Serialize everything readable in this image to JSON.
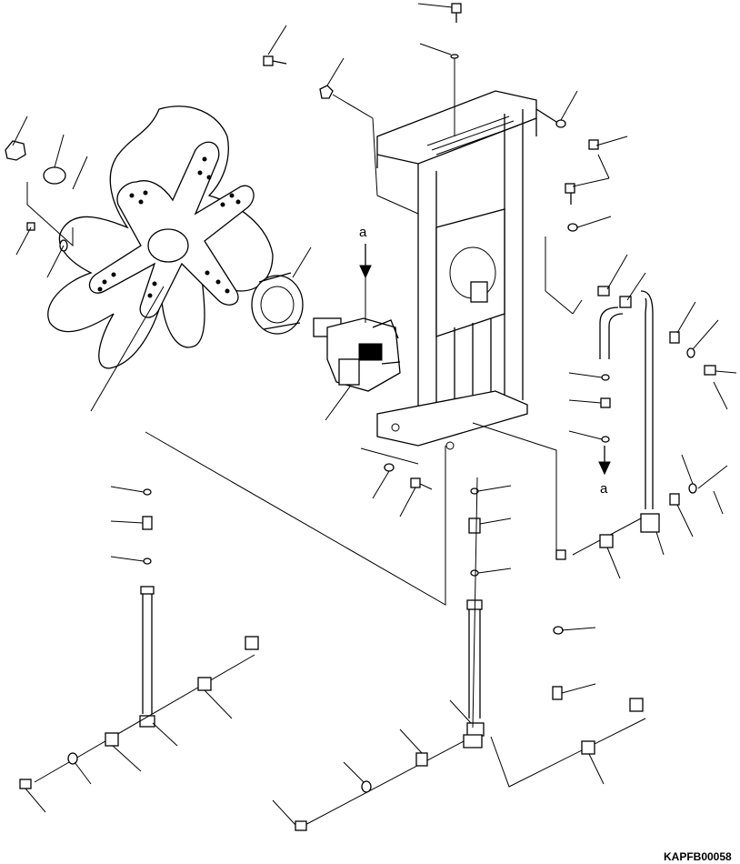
{
  "drawing_code": "KAPFB00058",
  "arrow_label_top": "a",
  "arrow_label_bottom": "a"
}
